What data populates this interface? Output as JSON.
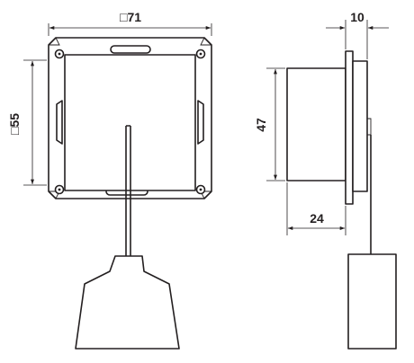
{
  "dimensions": {
    "frame_width": "□71",
    "insert_height": "□55",
    "side_depth_total": "10",
    "side_height": "47",
    "side_depth_rear": "24"
  }
}
